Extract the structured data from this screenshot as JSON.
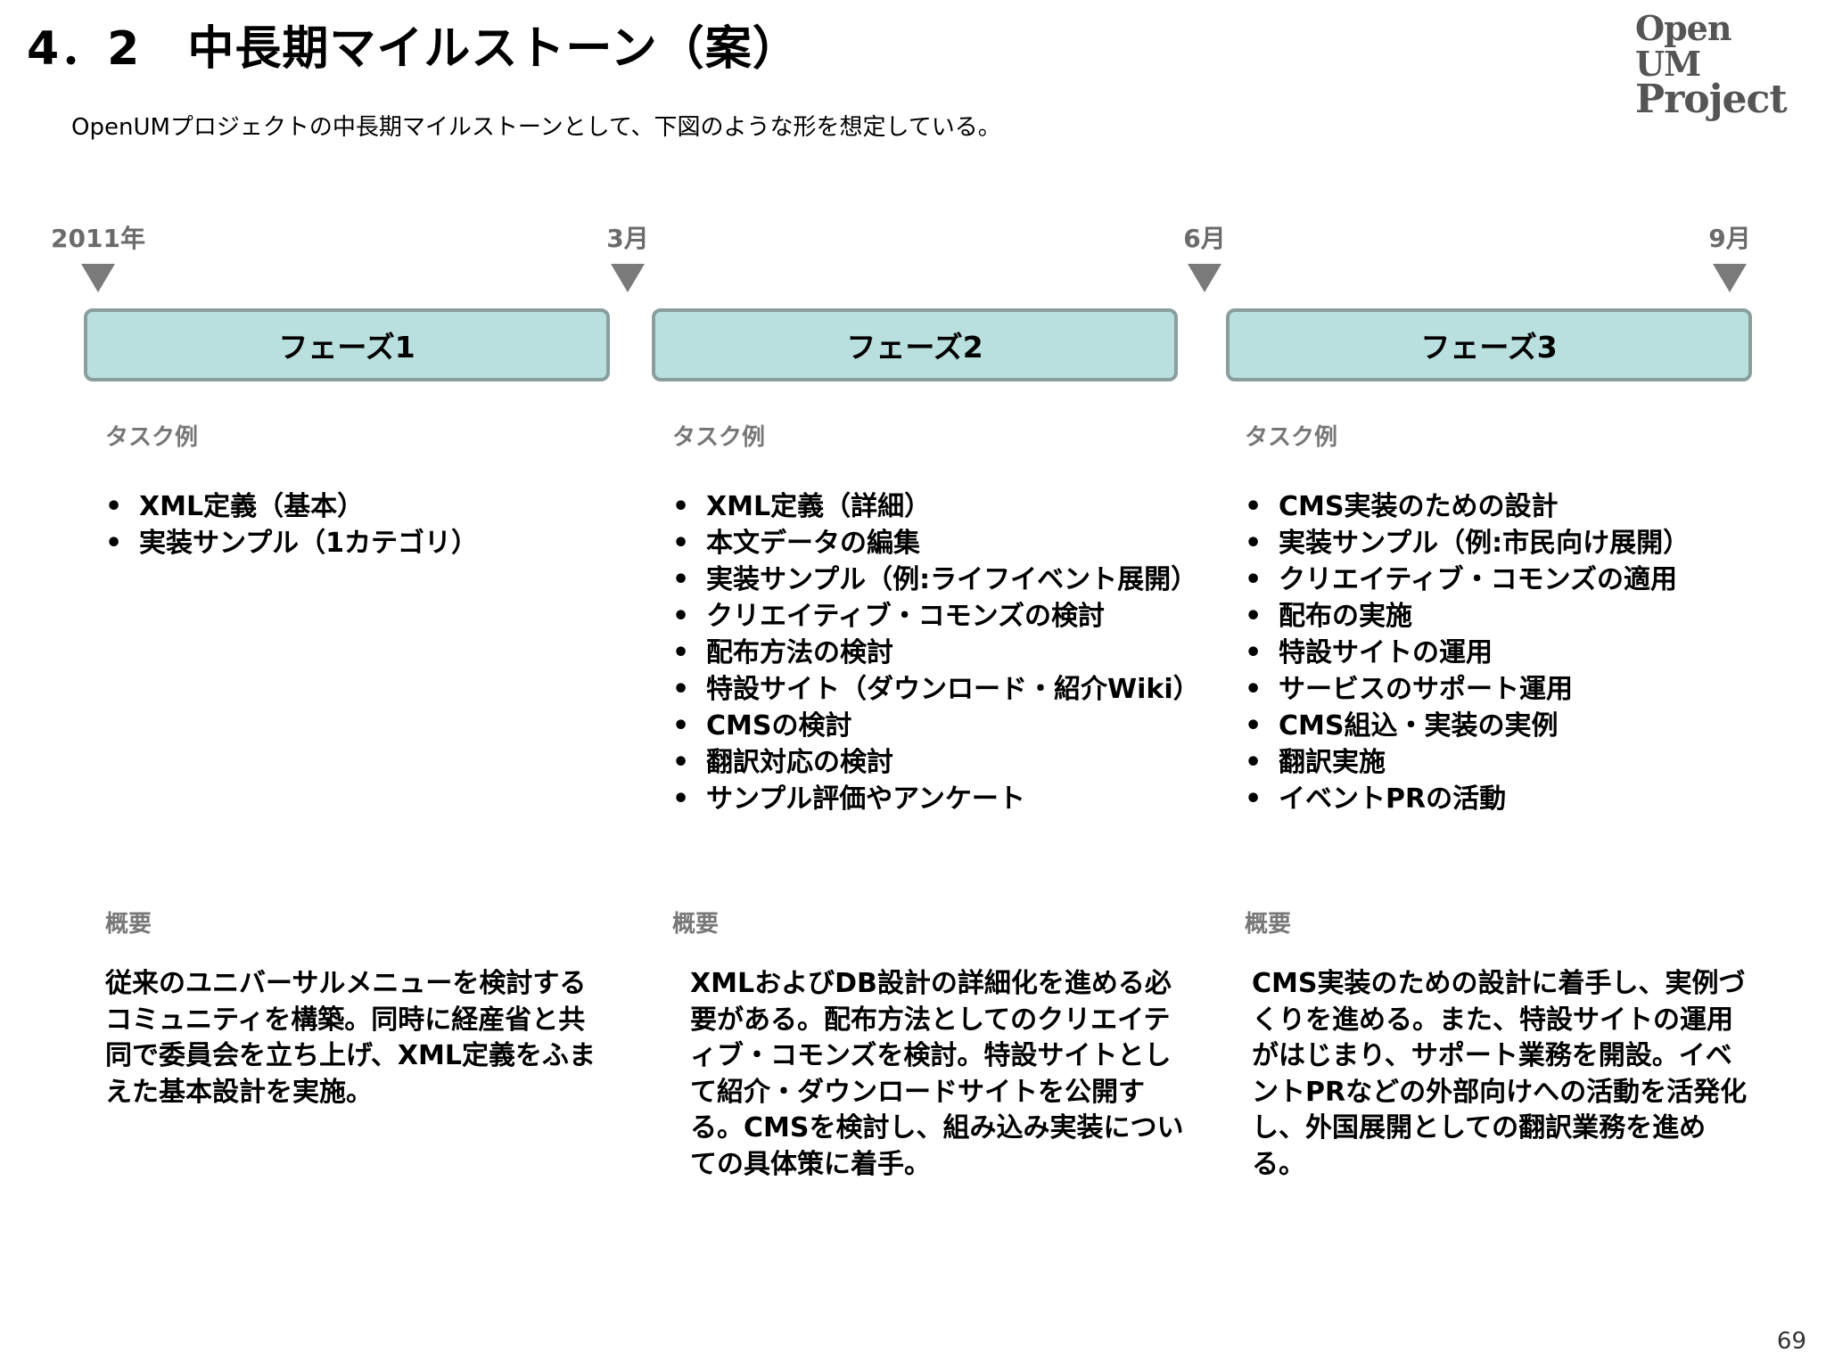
{
  "title": "4．2　中長期マイルストーン（案）",
  "logo": {
    "line1": "Open UM",
    "line2": "Project"
  },
  "intro": "OpenUMプロジェクトの中長期マイルストーンとして、下図のような形を想定している。",
  "markers": [
    "2011年",
    "3月",
    "6月",
    "9月"
  ],
  "phases": [
    {
      "label": "フェーズ1",
      "task_heading": "タスク例",
      "tasks": [
        "XML定義（基本）",
        "実装サンプル（1カテゴリ）"
      ],
      "summary_heading": "概要",
      "summary": "従来のユニバーサルメニューを検討するコミュニティを構築。同時に経産省と共同で委員会を立ち上げ、XML定義をふまえた基本設計を実施。"
    },
    {
      "label": "フェーズ2",
      "task_heading": "タスク例",
      "tasks": [
        "XML定義（詳細）",
        "本文データの編集",
        "実装サンプル（例:ライフイベント展開）",
        "クリエイティブ・コモンズの検討",
        "配布方法の検討",
        "特設サイト（ダウンロード・紹介Wiki）",
        "CMSの検討",
        "翻訳対応の検討",
        "サンプル評価やアンケート"
      ],
      "summary_heading": "概要",
      "summary": "XMLおよびDB設計の詳細化を進める必要がある。配布方法としてのクリエイティブ・コモンズを検討。特設サイトとして紹介・ダウンロードサイトを公開する。CMSを検討し、組み込み実装についての具体策に着手。"
    },
    {
      "label": "フェーズ3",
      "task_heading": "タスク例",
      "tasks": [
        "CMS実装のための設計",
        "実装サンプル（例:市民向け展開）",
        "クリエイティブ・コモンズの適用",
        "配布の実施",
        "特設サイトの運用",
        "サービスのサポート運用",
        "CMS組込・実装の実例",
        "翻訳実施",
        "イベントPRの活動"
      ],
      "summary_heading": "概要",
      "summary": "CMS実装のための設計に着手し、実例づくりを進める。また、特設サイトの運用がはじまり、サポート業務を開設。イベントPRなどの外部向けへの活動を活発化し、外国展開としての翻訳業務を進める。"
    }
  ],
  "page_number": "69",
  "colors": {
    "phase_fill": "#b9dfde",
    "phase_border": "#8a9e9e",
    "marker": "#7a7a7a",
    "heading_gray": "#777777"
  }
}
